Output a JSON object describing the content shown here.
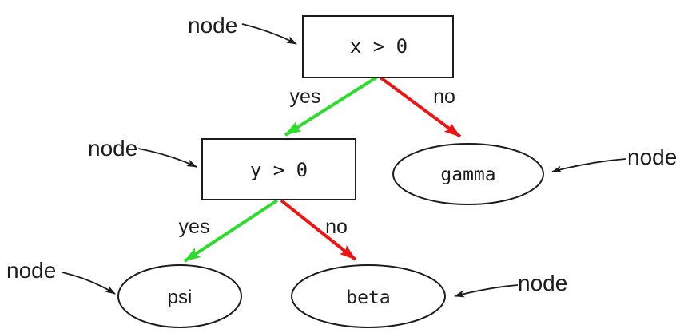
{
  "diagram": {
    "type": "decision-tree",
    "background": "#ffffff",
    "colors": {
      "yes_edge": "#2edc2e",
      "no_edge": "#ee1414",
      "outline": "#1c1c1c",
      "text": "#1c1c1c"
    },
    "nodes": {
      "root": {
        "label": "x > 0",
        "shape": "rect"
      },
      "branch": {
        "label": "y > 0",
        "shape": "rect"
      },
      "gamma": {
        "label": "gamma",
        "shape": "ellipse"
      },
      "psi": {
        "label": "psi",
        "shape": "ellipse"
      },
      "beta": {
        "label": "beta",
        "shape": "ellipse"
      }
    },
    "edges": {
      "root_yes": {
        "from": "x > 0",
        "to": "y > 0",
        "label": "yes",
        "color": "#2edc2e"
      },
      "root_no": {
        "from": "x > 0",
        "to": "gamma",
        "label": "no",
        "color": "#ee1414"
      },
      "branch_yes": {
        "from": "y > 0",
        "to": "psi",
        "label": "yes",
        "color": "#2edc2e"
      },
      "branch_no": {
        "from": "y > 0",
        "to": "beta",
        "label": "no",
        "color": "#ee1414"
      }
    },
    "annotation": {
      "label": "node",
      "count": 5
    }
  }
}
